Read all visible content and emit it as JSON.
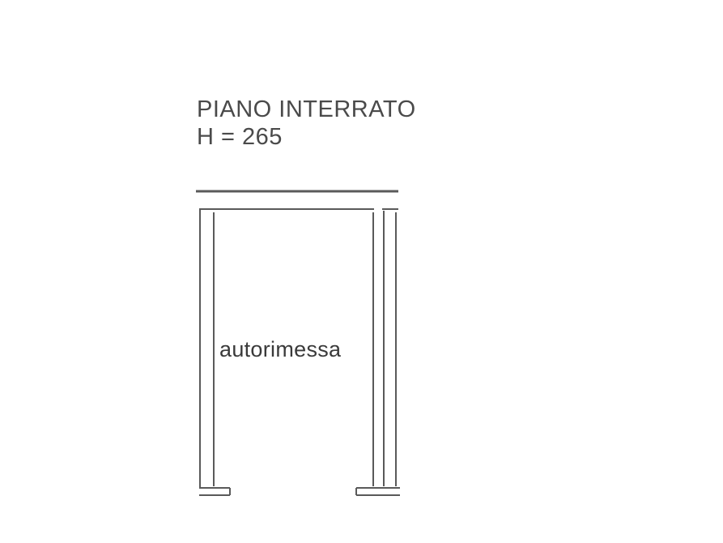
{
  "floor_plan": {
    "level_name": "PIANO INTERRATO",
    "height_note": "H = 265",
    "rooms": [
      {
        "name": "autorimessa"
      }
    ],
    "line_color": "#5a5a5a"
  }
}
